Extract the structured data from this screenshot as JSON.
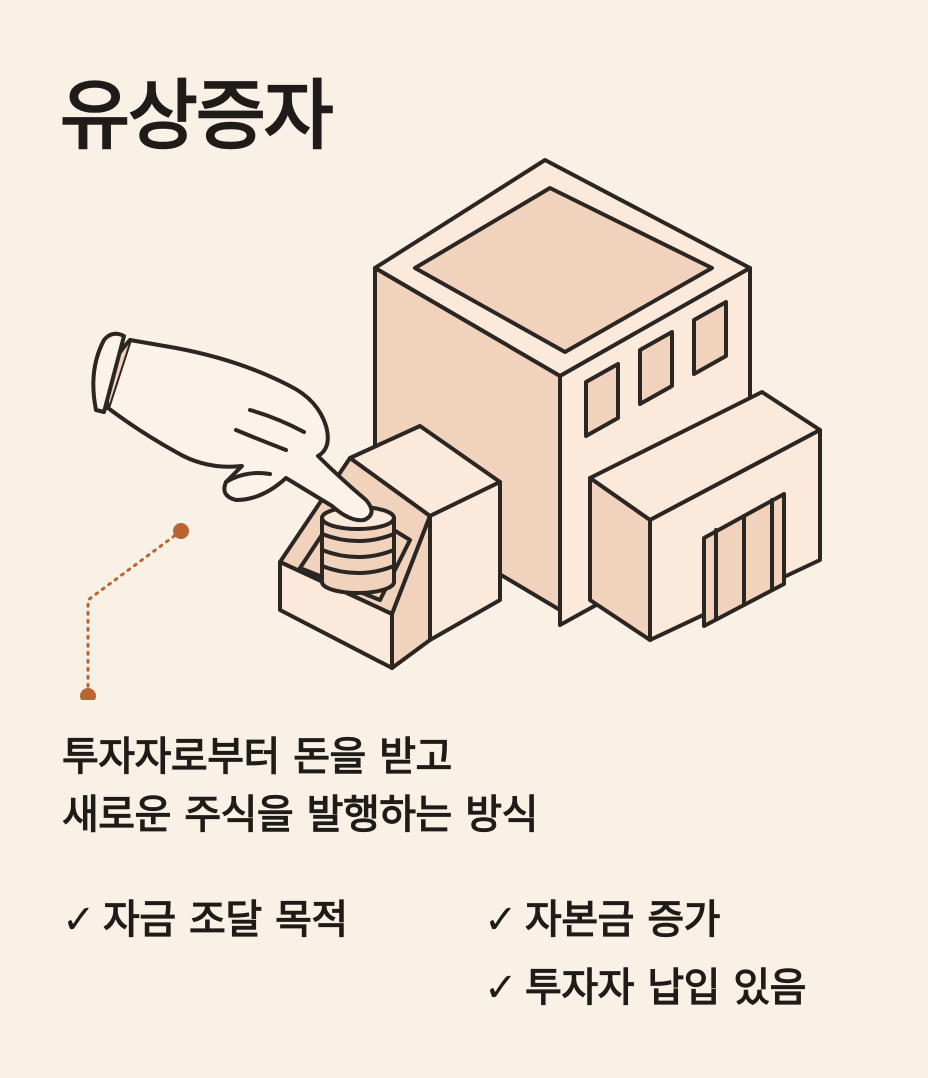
{
  "title": "유상증자",
  "description": {
    "line1": "투자자로부터 돈을 받고",
    "line2": "새로운 주식을 발행하는 방식"
  },
  "checks": [
    {
      "mark": "✓",
      "label": "자금 조달 목적"
    },
    {
      "mark": "✓",
      "label": "자본금 증가"
    },
    {
      "mark": "✓",
      "label": "투자자 납입 있음"
    }
  ],
  "colors": {
    "background": "#f9f1e6",
    "fill_peach": "#f1d2bd",
    "fill_light": "#fbe9dc",
    "accent": "#b86434",
    "outline": "#2b2622"
  },
  "illustration": {
    "icons": [
      "building-icon",
      "hand-icon",
      "coin-stack-icon",
      "coin-slot-machine-icon"
    ]
  }
}
